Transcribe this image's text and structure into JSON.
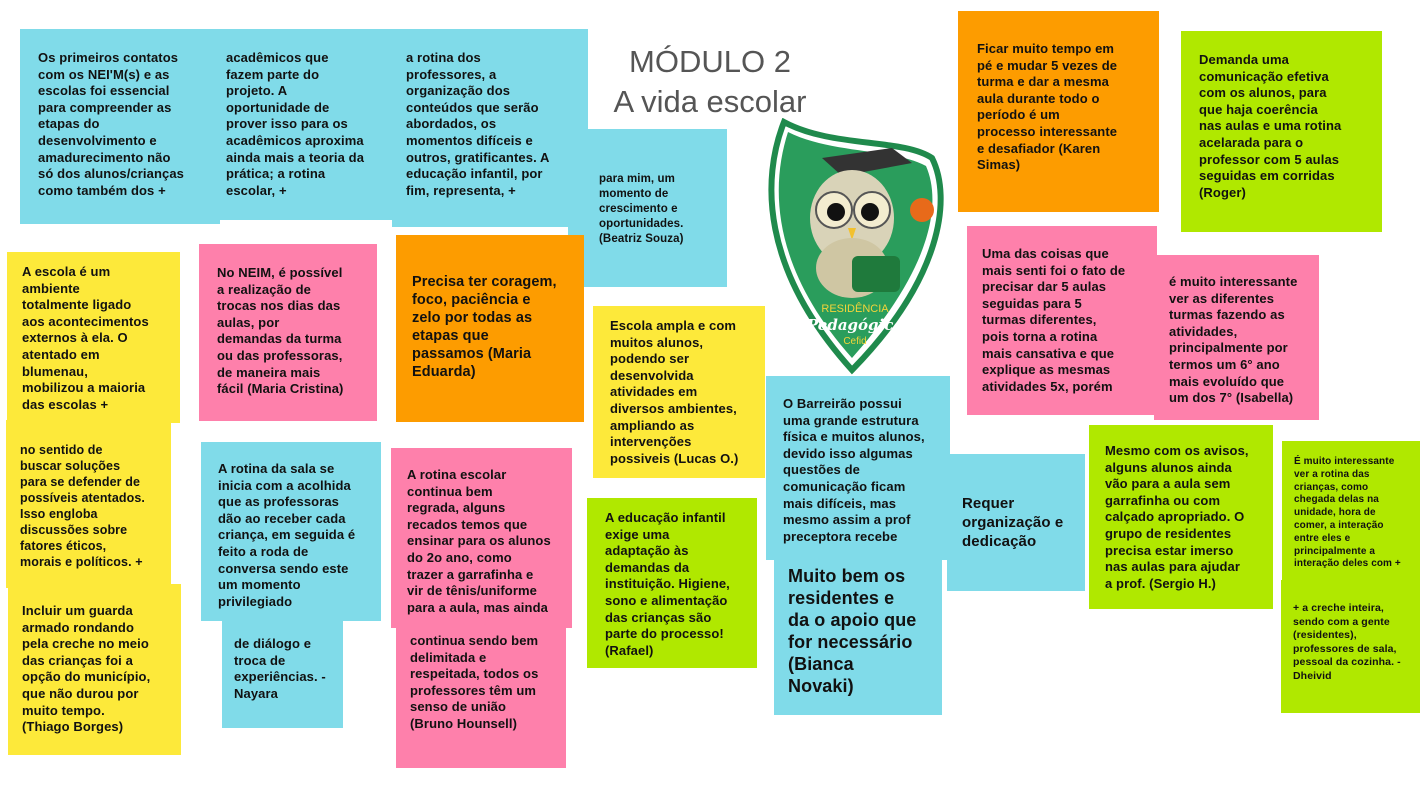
{
  "title": {
    "line1": "MÓDULO 2",
    "line2": "A vida escolar"
  },
  "logo": {
    "text1": "RESIDÊNCIA",
    "text2": "Pedagógica",
    "text3": "Cefid"
  },
  "colors": {
    "blue": "#80dbe9",
    "yellow": "#fde93a",
    "pink": "#fe80ab",
    "orange": "#fd9c00",
    "green": "#b0e800",
    "logo_green": "#1f8a4c"
  },
  "notes": [
    {
      "text": "Os primeiros contatos\ncom os NEI'M(s) e as\nescolas foi essencial\npara compreender as\netapas do\ndesenvolvimento e\namadurecimento não\nsó dos alunos/crianças\ncomo também dos +"
    },
    {
      "text": "acadêmicos que\nfazem parte do\nprojeto. A\noportunidade de\nprover isso para os\nacadêmicos aproxima\nainda mais a teoria da\nprática; a rotina\nescolar, +"
    },
    {
      "text": "a rotina dos\nprofessores, a\norganização dos\nconteúdos que serão\nabordados, os\nmomentos difíceis e\noutros, gratificantes. A\neducação infantil, por\nfim, representa, +"
    },
    {
      "text": "para mim, um\nmomento de\ncrescimento e\noportunidades.\n(Beatriz Souza)"
    },
    {
      "text": "Ficar muito tempo em\npé e mudar 5 vezes de\nturma e dar a mesma\naula durante todo o\nperíodo é um\nprocesso interessante\ne desafiador (Karen\nSimas)"
    },
    {
      "text": "Demanda uma\ncomunicação efetiva\ncom os alunos, para\nque haja coerência\nnas aulas e uma rotina\nacelarada para o\nprofessor com 5 aulas\nseguidas em corridas\n(Roger)"
    },
    {
      "text": "A escola é um\nambiente\ntotalmente ligado\naos acontecimentos\nexternos à ela. O\natentado em\nblumenau,\nmobilizou a maioria\ndas escolas +"
    },
    {
      "text": "No NEIM, é possível\na realização de\ntrocas nos dias das\naulas, por\ndemandas da turma\nou das professoras,\nde maneira mais\nfácil (Maria Cristina)"
    },
    {
      "text": "Precisa ter coragem,\nfoco, paciência e\nzelo por todas as\netapas que\npassamos (Maria\nEduarda)"
    },
    {
      "text": "Escola ampla e com\nmuitos alunos,\npodendo ser\ndesenvolvida\natividades em\ndiversos ambientes,\nampliando as\nintervenções\npossiveis (Lucas O.)"
    },
    {
      "text": "Uma das coisas que\nmais senti foi o fato de\nprecisar dar 5 aulas\nseguidas para 5\nturmas diferentes,\npois torna a rotina\nmais cansativa e que\nexplique as mesmas\natividades 5x, porém"
    },
    {
      "text": "é muito interessante\nver as diferentes\nturmas fazendo as\natividades,\nprincipalmente por\ntermos um 6° ano\nmais evoluído que\num dos 7° (Isabella)"
    },
    {
      "text": "no sentido de\nbuscar soluções\npara se defender de\npossíveis atentados.\nIsso engloba\ndiscussões sobre\nfatores éticos,\nmorais e políticos. +"
    },
    {
      "text": "Incluir um guarda\narmado rondando\npela creche no meio\ndas crianças foi a\nopção do município,\nque não durou por\nmuito tempo.\n(Thiago Borges)"
    },
    {
      "text": "A rotina da sala se\ninicia com a acolhida\nque as professoras\ndão ao receber cada\ncriança, em seguida é\nfeito a roda de\nconversa sendo este\num momento\nprivilegiado"
    },
    {
      "text": "de diálogo e\ntroca de\nexperiências. -\nNayara"
    },
    {
      "text": "A rotina escolar\ncontinua bem\nregrada, alguns\nrecados temos que\nensinar para os alunos\ndo 2o ano, como\ntrazer a garrafinha e\nvir de tênis/uniforme\npara a aula, mas ainda"
    },
    {
      "text": "continua sendo bem\ndelimitada e\nrespeitada, todos os\nprofessores têm um\nsenso de união\n(Bruno Hounsell)"
    },
    {
      "text": "A educação infantil\nexige uma\nadaptação às\ndemandas da\ninstituição. Higiene,\nsono e alimentação\ndas crianças são\nparte do processo!\n(Rafael)"
    },
    {
      "text": "O Barreirão possui\numa grande estrutura\nfísica e muitos alunos,\ndevido isso algumas\nquestões de\ncomunicação ficam\nmais difíceis, mas\nmesmo assim a prof\npreceptora recebe"
    },
    {
      "text": "Requer\norganização e\ndedicação"
    },
    {
      "text": "Muito bem os\nresidentes e\nda o apoio que\nfor necessário\n(Bianca\nNovaki)"
    },
    {
      "text": "Mesmo com os avisos,\nalguns alunos ainda\nvão para a aula sem\ngarrafinha ou com\ncalçado apropriado. O\ngrupo de residentes\nprecisa estar imerso\nnas aulas para ajudar\na prof. (Sergio H.)"
    },
    {
      "text": "É muito interessante\nver a rotina das\ncrianças, como\nchegada delas na\nunidade, hora de\ncomer, a interação\nentre eles e\nprincipalmente a\ninteração deles com +"
    },
    {
      "text": "+ a creche inteira,\nsendo com a gente\n(residentes),\nprofessores de sala,\npessoal da cozinha. -\nDheivid"
    }
  ]
}
